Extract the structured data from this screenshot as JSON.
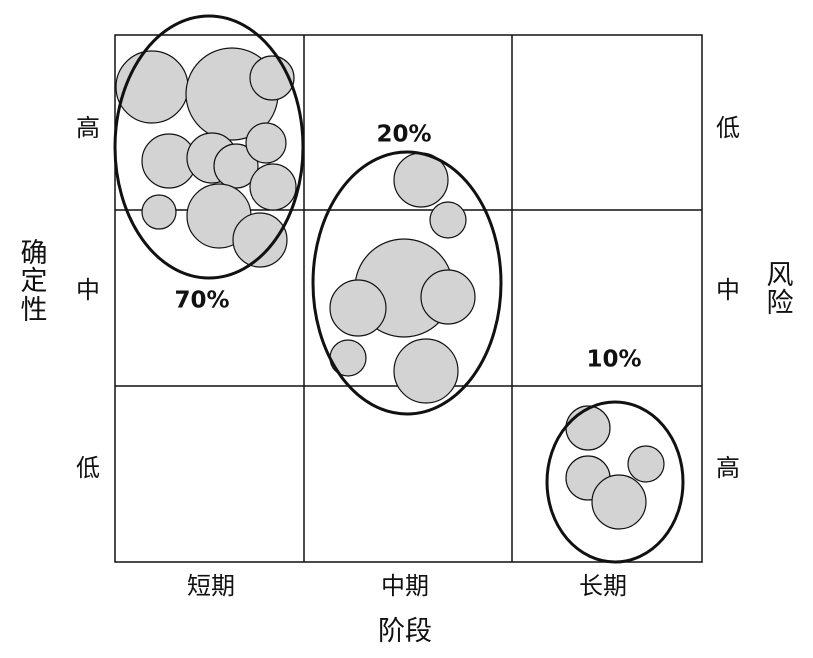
{
  "y_axis": {
    "title": "确定性",
    "levels": [
      "高",
      "中",
      "低"
    ]
  },
  "x_axis": {
    "title": "阶段",
    "stages": [
      "短期",
      "中期",
      "长期"
    ]
  },
  "right_axis": {
    "title": "风险",
    "levels": [
      "低",
      "中",
      "高"
    ]
  },
  "groups": [
    {
      "stage": "短期",
      "percent": "70%"
    },
    {
      "stage": "中期",
      "percent": "20%"
    },
    {
      "stage": "长期",
      "percent": "10%"
    }
  ],
  "colors": {
    "bubble_fill": "#d3d3d3",
    "stroke": "#111111",
    "background": "#ffffff"
  }
}
